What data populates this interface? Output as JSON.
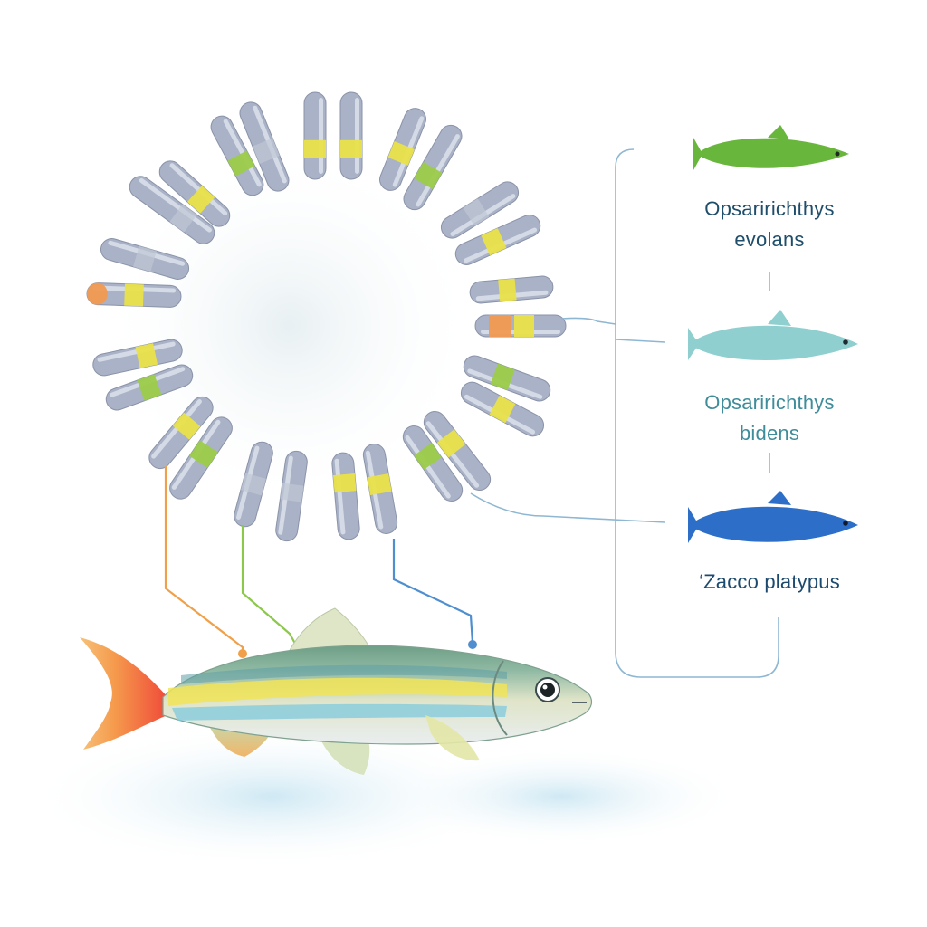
{
  "species": [
    {
      "line1": "Opsaririchthys",
      "line2": "evolans",
      "color": "#69b63c"
    },
    {
      "line1": "Opsaririchthys",
      "line2": "bidens",
      "color": "#8fcfcf"
    },
    {
      "line1": "‘Zacco platypus",
      "color": "#2d6fc8"
    }
  ],
  "colors": {
    "chromosome_body": "#a9b2c6",
    "band_yellow": "#e9e24a",
    "band_green": "#9ccc4a",
    "band_orange": "#f29a52",
    "link_orange": "#f0a04a",
    "link_green": "#8cc84a",
    "link_blue": "#4f8fd0",
    "bracket": "#8db7d3"
  }
}
